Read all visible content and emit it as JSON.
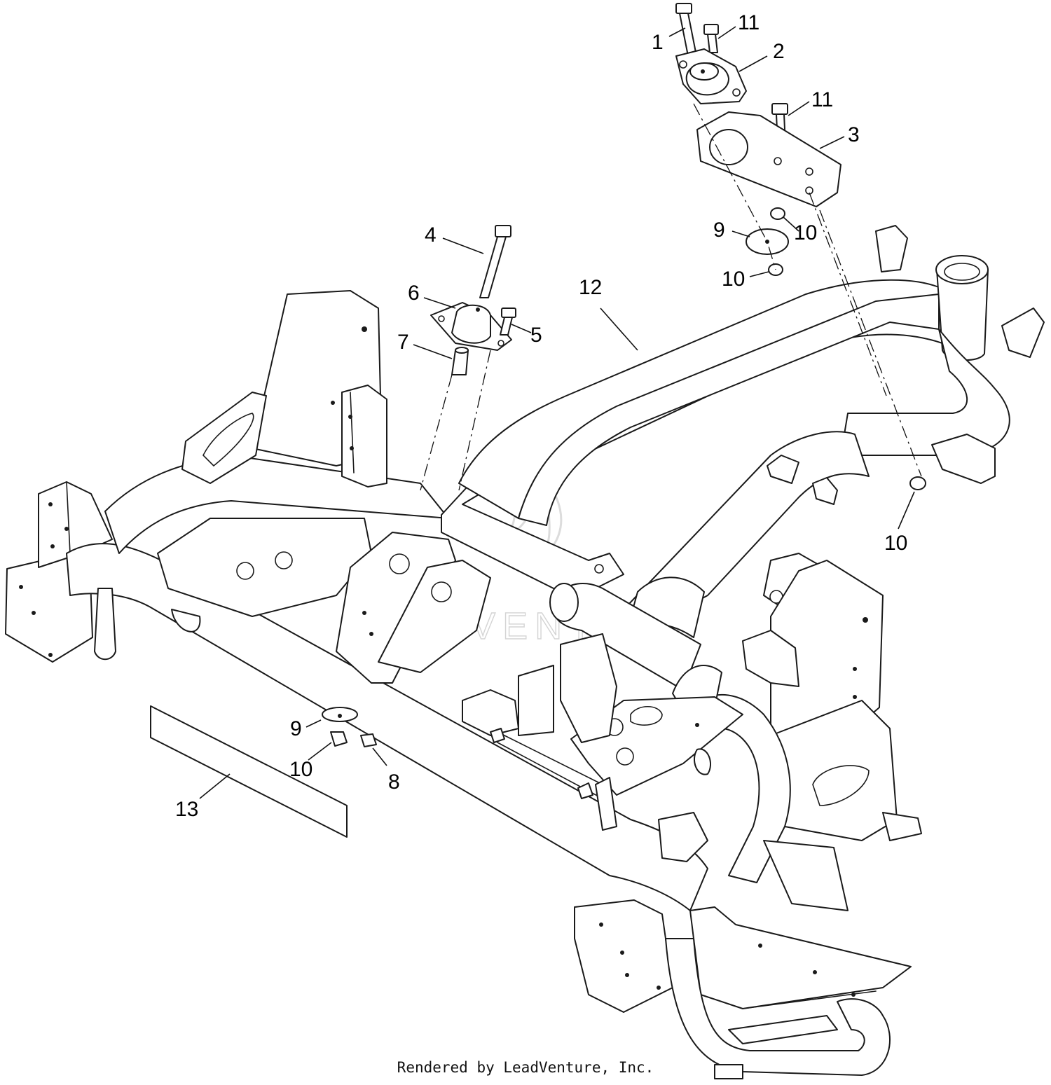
{
  "watermark": "LEADVENTURE",
  "footer": "Rendered by LeadVenture, Inc.",
  "callouts": [
    {
      "id": "c1",
      "label": "1"
    },
    {
      "id": "c11a",
      "label": "11"
    },
    {
      "id": "c2",
      "label": "2"
    },
    {
      "id": "c11b",
      "label": "11"
    },
    {
      "id": "c3",
      "label": "3"
    },
    {
      "id": "c9a",
      "label": "9"
    },
    {
      "id": "c10a",
      "label": "10"
    },
    {
      "id": "c10b",
      "label": "10"
    },
    {
      "id": "c4",
      "label": "4"
    },
    {
      "id": "c6",
      "label": "6"
    },
    {
      "id": "c5",
      "label": "5"
    },
    {
      "id": "c7",
      "label": "7"
    },
    {
      "id": "c12",
      "label": "12"
    },
    {
      "id": "c10c",
      "label": "10"
    },
    {
      "id": "c9b",
      "label": "9"
    },
    {
      "id": "c10d",
      "label": "10"
    },
    {
      "id": "c8",
      "label": "8"
    },
    {
      "id": "c13",
      "label": "13"
    }
  ]
}
